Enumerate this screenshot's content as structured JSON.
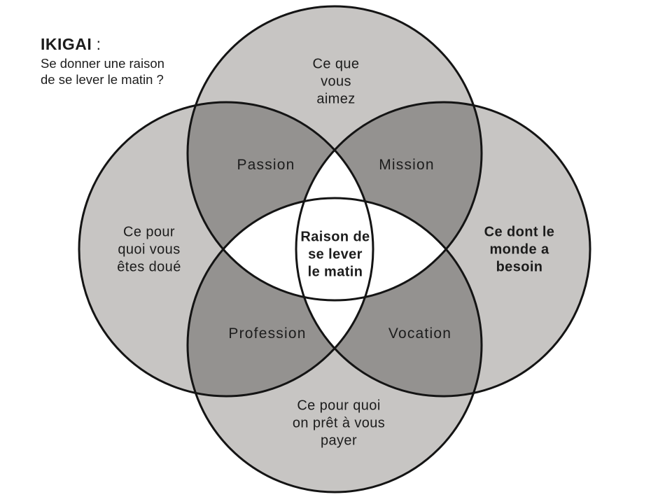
{
  "colors": {
    "background": "#ffffff",
    "circle_fill": "#c7c5c3",
    "overlap_fill": "#949290",
    "center_fill": "#ffffff",
    "stroke": "#141414",
    "text": "#1c1c1c"
  },
  "title": {
    "main": "IKIGAI",
    "colon": " :",
    "subtitle": "Se donner une raison\nde se lever le matin ?"
  },
  "circles": {
    "top": {
      "label": "Ce que\nvous\naimez"
    },
    "left": {
      "label": "Ce pour\nquoi vous\nêtes doué"
    },
    "right": {
      "label": "Ce dont le\nmonde a\nbesoin"
    },
    "bottom": {
      "label": "Ce pour quoi\non prêt à vous\npayer"
    }
  },
  "overlaps": {
    "passion": "Passion",
    "mission": "Mission",
    "profession": "Profession",
    "vocation": "Vocation"
  },
  "center": {
    "label": "Raison de\nse lever\nle matin"
  }
}
